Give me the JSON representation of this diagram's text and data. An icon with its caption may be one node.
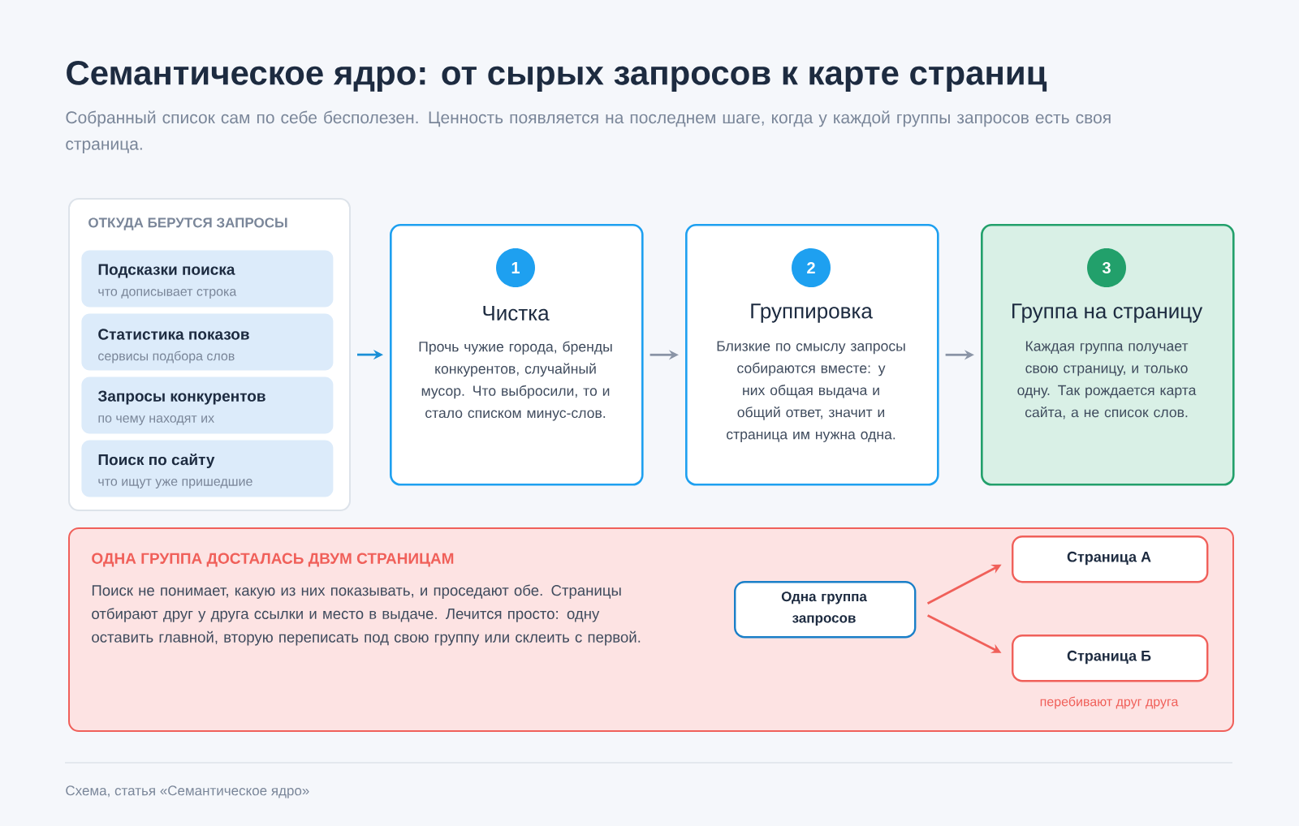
{
  "diagram": {
    "title": "Семантическое ядро: от сырых запросов к карте страниц",
    "caption": "Схема, статья «Семантическое ядро»",
    "labels": [
      "Собранный список сам по себе бесполезен. Ценность появляется на последнем шаге, когда у каждой группы запросов есть своя страница."
    ],
    "nodes": [
      {
        "text": [
          "ОТКУДА БЕРУТСЯ ЗАПРОСЫ"
        ]
      },
      {
        "text": [
          "Подсказки поиска",
          "что дописывает строка"
        ],
        "in": 0
      },
      {
        "text": [
          "Статистика показов",
          "сервисы подбора слов"
        ],
        "in": 0
      },
      {
        "text": [
          "Запросы конкурентов",
          "по чему находят их"
        ],
        "in": 0
      },
      {
        "text": [
          "Поиск по сайту",
          "что ищут уже пришедшие"
        ],
        "in": 0
      },
      {
        "text": [
          "1",
          "Чистка",
          "Прочь чужие города, бренды конкурентов, случайный мусор. Что выбросили, то и стало списком минус-слов."
        ]
      },
      {
        "text": [
          "2",
          "Группировка",
          "Близкие по смыслу запросы собираются вместе: у них общая выдача и общий ответ, значит и страница им нужна одна."
        ]
      },
      {
        "text": [
          "3",
          "Группа на страницу",
          "Каждая группа получает свою страницу, и только одну. Так рождается карта сайта, а не список слов."
        ]
      },
      {
        "text": [
          "ОДНА ГРУППА ДОСТАЛАСЬ ДВУМ СТРАНИЦАМ",
          "Поиск не понимает, какую из них показывать, и проседают обе. Страницы отбирают друг у друга ссылки и место в выдаче. Лечится просто: одну оставить главной, вторую переписать под свою группу или склеить с первой."
        ]
      },
      {
        "text": [
          "Одна группа запросов"
        ],
        "in": 8
      },
      {
        "text": [
          "Страница А"
        ],
        "in": 8
      },
      {
        "text": [
          "Страница Б"
        ],
        "in": 8,
        "beside": [
          "перебивают друг друга"
        ]
      }
    ],
    "edges": [
      {
        "from": 0,
        "to": 5,
        "arrow": "to",
        "color": "#1a8fd6"
      },
      {
        "from": 5,
        "to": 6,
        "arrow": "to",
        "color": "#8a94a6"
      },
      {
        "from": 6,
        "to": 7,
        "arrow": "to",
        "color": "#8a94a6"
      },
      {
        "from": 9,
        "to": 10,
        "arrow": "to",
        "color": "#f0605a"
      },
      {
        "from": 9,
        "to": 11,
        "arrow": "to",
        "color": "#f0605a"
      }
    ]
  }
}
